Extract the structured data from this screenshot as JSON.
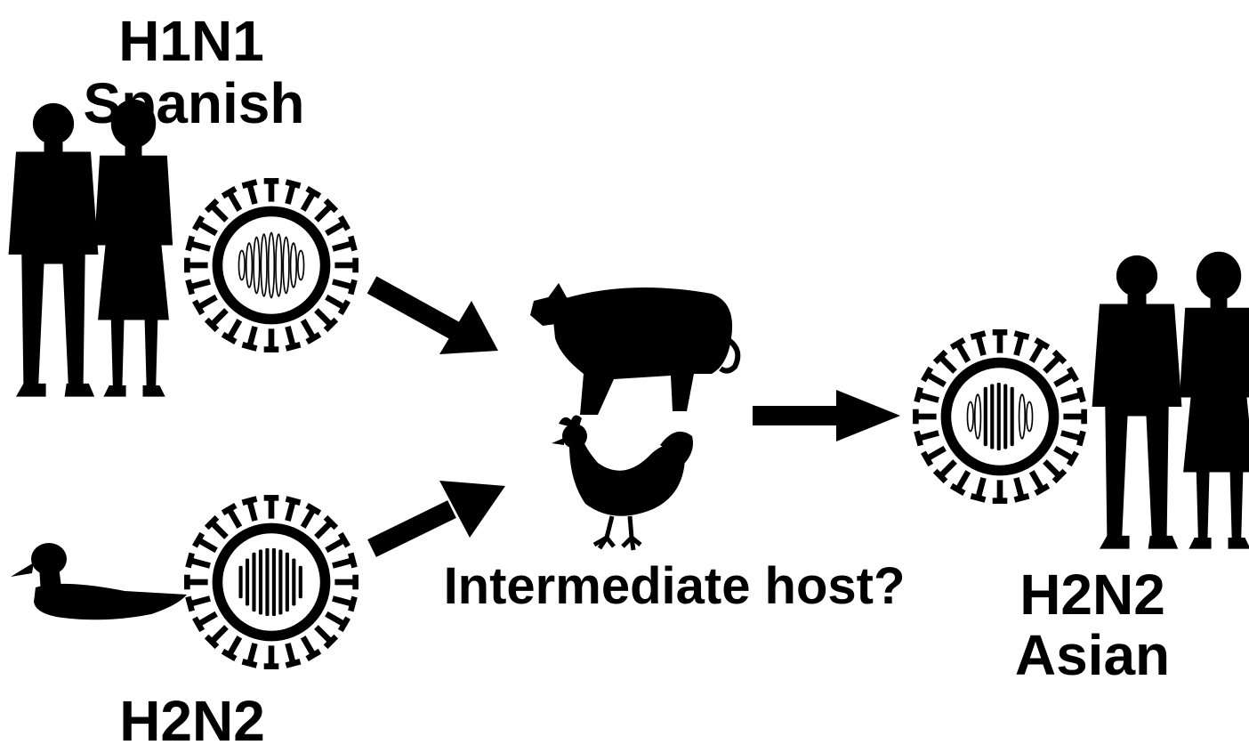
{
  "colors": {
    "ink": "#000000",
    "background": "#ffffff"
  },
  "labels": {
    "source_human_strain": "H1N1",
    "source_human_name": "Spanish",
    "source_bird_strain": "H2N2",
    "intermediate": "Intermediate host?",
    "result_strain": "H2N2",
    "result_name": "Asian"
  },
  "icons": {
    "source_humans": "human-couple-icon",
    "source_human_virus": "virus-icon",
    "source_bird": "duck-icon",
    "source_bird_virus": "virus-icon",
    "intermediate_pig": "pig-icon",
    "intermediate_chicken": "chicken-icon",
    "result_virus": "virus-icon",
    "result_humans": "human-couple-icon"
  }
}
